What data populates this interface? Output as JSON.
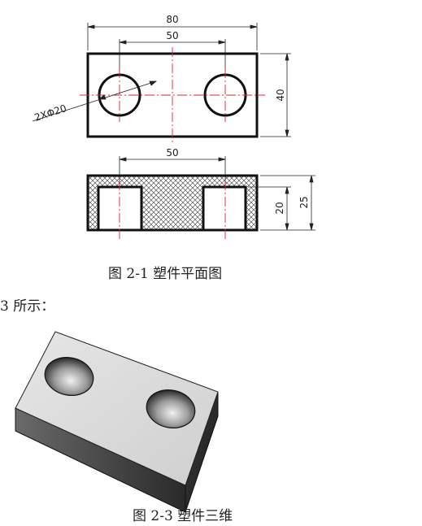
{
  "plan_view": {
    "dim_total_width": "80",
    "dim_hole_spacing": "50",
    "dim_height": "40",
    "dim_holes": "2XΦ20"
  },
  "section_view": {
    "dim_hole_spacing": "50",
    "dim_hole_depth": "20",
    "dim_thickness": "25"
  },
  "captions": {
    "figure_2_1": "图 2-1 塑件平面图",
    "intro_text": "3 所示：",
    "figure_2_3": "图 2-3 塑件三维"
  }
}
